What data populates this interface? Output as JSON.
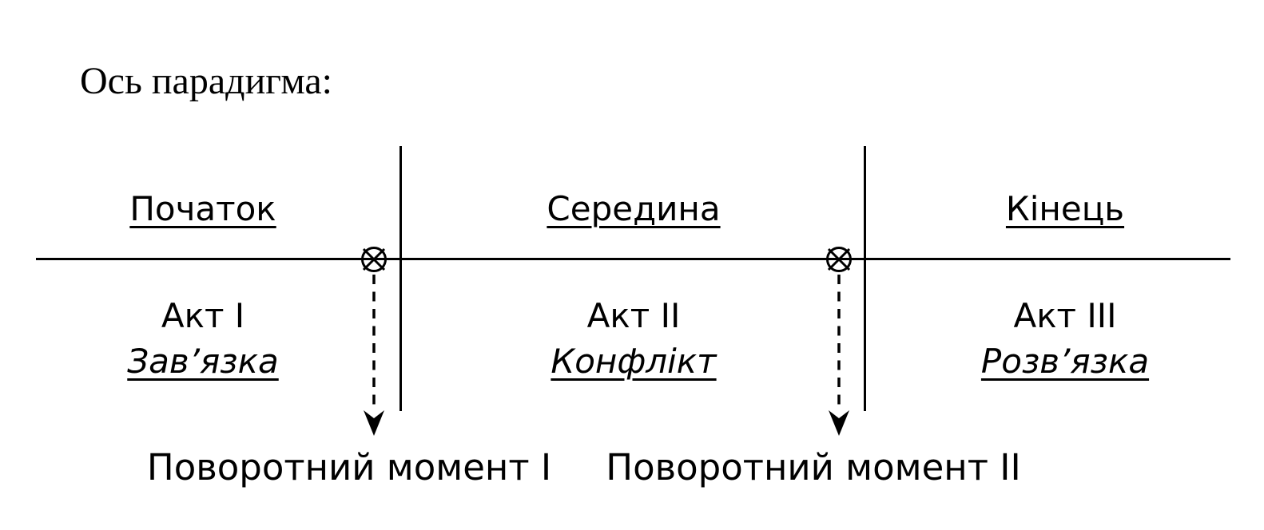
{
  "page": {
    "background_color": "#ffffff",
    "line_color": "#000000",
    "title": "Ось парадигма:"
  },
  "diagram": {
    "sections": [
      {
        "heading": "Початок",
        "act": "Акт I",
        "subtitle": "Зав’язка"
      },
      {
        "heading": "Середина",
        "act": "Акт II",
        "subtitle": "Конфлікт"
      },
      {
        "heading": "Кінець",
        "act": "Акт III",
        "subtitle": "Розв’язка"
      }
    ],
    "turning_points": [
      {
        "label": "Поворотний момент I",
        "marker_icon": "circled-x-marker",
        "arrow_icon": "dashed-down-arrow"
      },
      {
        "label": "Поворотний момент II",
        "marker_icon": "circled-x-marker",
        "arrow_icon": "dashed-down-arrow"
      }
    ]
  }
}
